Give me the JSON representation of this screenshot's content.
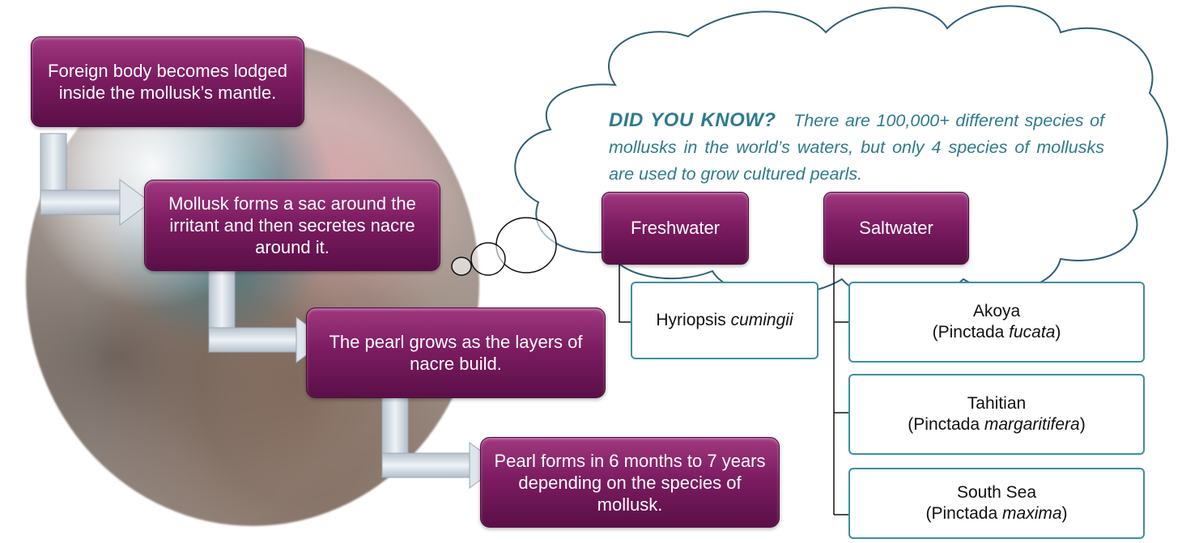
{
  "colors": {
    "box_purple": "#7d1c62",
    "leaf_border": "#3d8ea3",
    "cloud_stroke": "#2d5f78",
    "cloud_text": "#2e7a8e",
    "arrow_silver": "#c9d2dc"
  },
  "steps": [
    "Foreign body becomes lodged inside the mollusk’s mantle.",
    "Mollusk forms a sac around the irritant and then secretes nacre around it.",
    "The pearl grows as the layers of nacre build.",
    "Pearl forms in 6 months to 7 years depending on the species of mollusk."
  ],
  "callout": {
    "heading": "DID YOU KNOW?",
    "text": "There are 100,000+ different species of mollusks in the world’s waters, but only 4 species of mollusks are used to grow cultured pearls."
  },
  "categories": {
    "freshwater": {
      "label": "Freshwater",
      "species": [
        {
          "name": "",
          "genus": "Hyriopsis",
          "epithet": "cumingii"
        }
      ]
    },
    "saltwater": {
      "label": "Saltwater",
      "species": [
        {
          "name": "Akoya",
          "genus": "(Pinctada",
          "epithet": "fucata",
          "close": ")"
        },
        {
          "name": "Tahitian",
          "genus": "(Pinctada",
          "epithet": "margaritifera",
          "close": ")"
        },
        {
          "name": "South Sea",
          "genus": "(Pinctada",
          "epithet": "maxima",
          "close": ")"
        }
      ]
    }
  }
}
